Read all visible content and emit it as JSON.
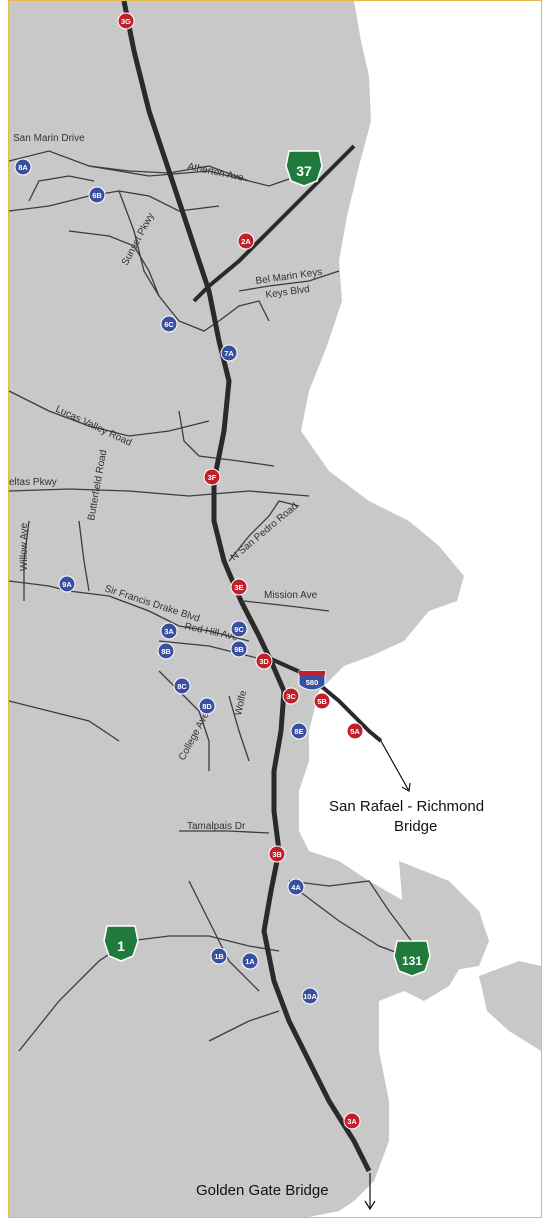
{
  "map": {
    "colors": {
      "land": "#c8c8c8",
      "water": "#ffffff",
      "highway_101": "#2a2a2a",
      "road": "#3c3c3c",
      "exit_101": "#c0202a",
      "exit_local": "#3a4fa0",
      "state_route_shield": "#1f7a3c",
      "frame": "#e9b74a"
    },
    "road_labels": {
      "san_marin_drive": "San Marin Drive",
      "atherton_ave": "Atherton Ave",
      "sunset_pkwy": "Sunset Pkwy",
      "bel_marin_keys": "Bel Marin Keys",
      "keys_blvd": "Keys Blvd",
      "lucas_valley_road": "Lucas Valley Road",
      "smith_ranch_pkwy": "eltas Pkwy",
      "n_san_pedro_road": "N San Pedro Road",
      "willow_ave": "Willow Ave",
      "butterfield_road": "Butterfield Road",
      "sir_francis_drake": "Sir Francis Drake Blvd",
      "red_hill_ave": "Red Hill Ave",
      "mission_ave": "Mission Ave",
      "wolfe": "Wolfe",
      "college_ave": "College Ave",
      "tamalpais_dr": "Tamalpais Dr"
    },
    "exits_101": [
      "3G",
      "2A",
      "3F",
      "3E",
      "3D",
      "3C",
      "5B",
      "5A",
      "3B",
      "3A"
    ],
    "exits_local": [
      "8A",
      "6B",
      "6C",
      "7A",
      "9A",
      "9C",
      "9B",
      "3A",
      "8B",
      "8C",
      "8D",
      "8E",
      "4A",
      "1B",
      "1A",
      "10A"
    ],
    "shields": {
      "sr37": "37",
      "sr131": "131",
      "sr1": "1",
      "i580": "580"
    },
    "bridges": {
      "richmond_line1": "San Rafael - Richmond",
      "richmond_line2": "Bridge",
      "golden_gate": "Golden Gate Bridge"
    }
  }
}
